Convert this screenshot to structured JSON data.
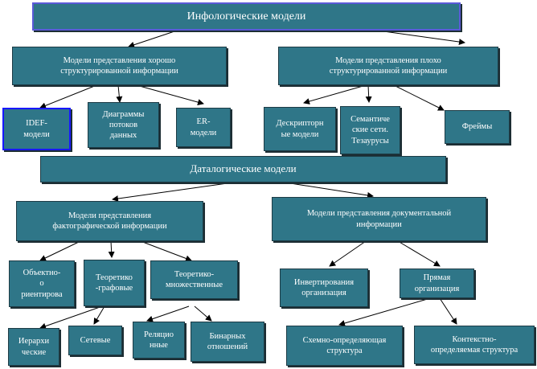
{
  "infological": {
    "title": "Инфологические модели",
    "well_structured": "Модели представления хорошо\nструктурированной информации",
    "poorly_structured": "Модели представления плохо\nструктурированной информации",
    "idef": "IDEF-\nмодели",
    "dfd": "Диаграммы\nпотоков\nданных",
    "er": "ER-\nмодели",
    "descriptor": "Дескрипторн\nые модели",
    "semantic": "Семантиче\nские сети.\nТезаурусы",
    "frames": "Фреймы"
  },
  "datalogical": {
    "title": "Даталогические модели",
    "factographic": "Модели представления\nфактографической  информации",
    "documentary": "Модели представления документальной\nинформации",
    "object_oriented": "Объектно-\nо\nриентирова",
    "graph": "Теоретико\n-графовые",
    "set": "Теоретико-\nмножественные",
    "hierarchical": "Иерархи\nческие",
    "network": "Сетевые",
    "relational": "Реляцио\nнные",
    "binary": "Бинарных\nотношений",
    "inverted": "Инвертирования\nорганизация",
    "direct": "Прямая\nорганизация",
    "schema_defining": "Схемно-определяющая\nструктура",
    "context_defining": "Контекстно-\nопределяемая структура"
  },
  "colors": {
    "box_fill": "#2f7688",
    "text": "#ffffff",
    "arrow": "#000000",
    "highlight_border": "#1717ff"
  }
}
